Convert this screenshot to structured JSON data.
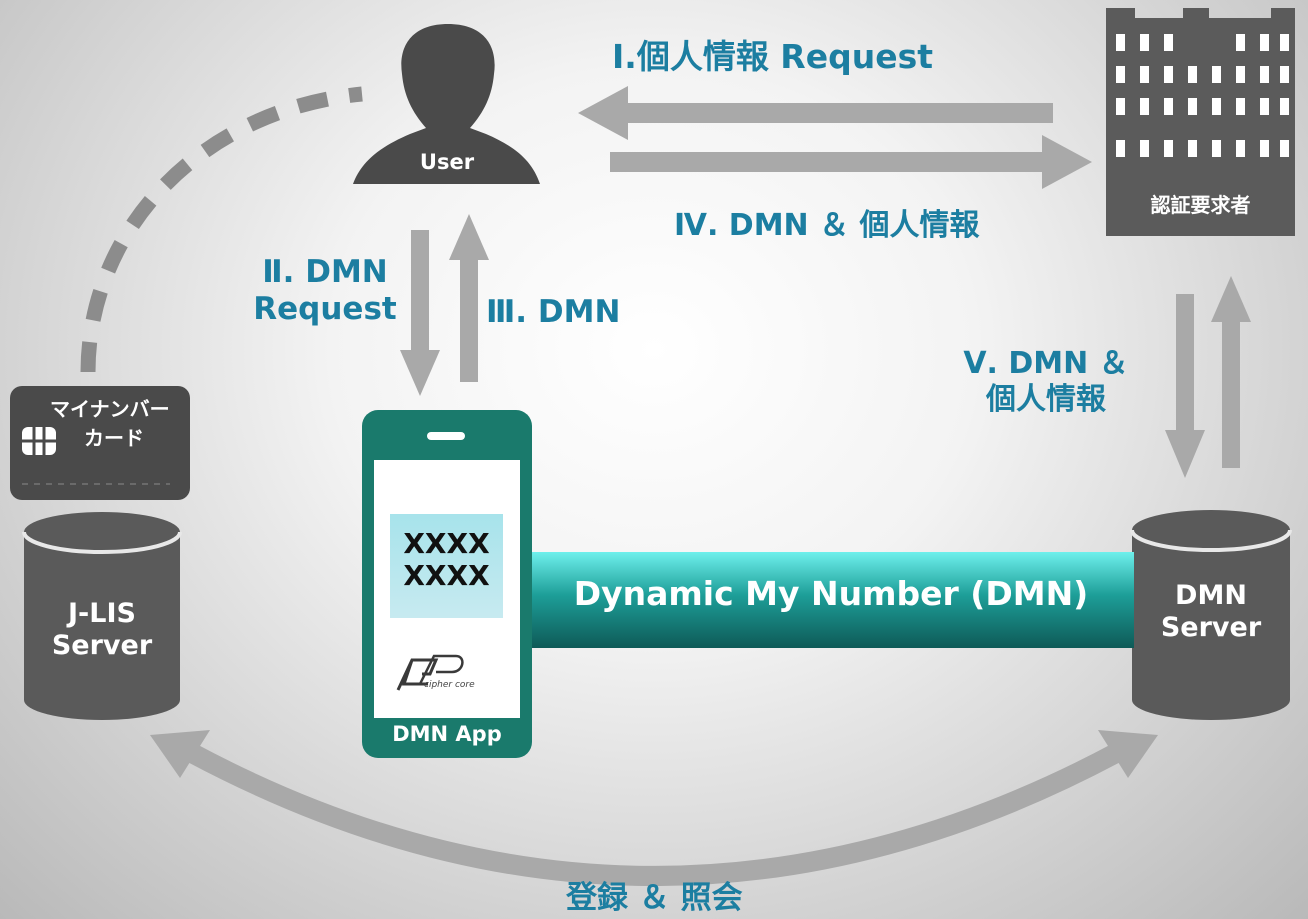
{
  "labels": {
    "step1": "Ⅰ.個人情報 Request",
    "step2_line1": "Ⅱ. DMN",
    "step2_line2": "Request",
    "step3": "Ⅲ. DMN",
    "step4": "Ⅳ. DMN ＆ 個人情報",
    "step5_line1": "Ⅴ. DMN ＆",
    "step5_line2": "個人情報",
    "bottom": "登録 ＆ 照会"
  },
  "user": {
    "label": "User"
  },
  "requester": {
    "label": "認証要求者"
  },
  "card": {
    "line1": "マイナンバー",
    "line2": "カード"
  },
  "jlis": {
    "line1": "J-LIS",
    "line2": "Server"
  },
  "dmn_server": {
    "line1": "DMN",
    "line2": "Server"
  },
  "app": {
    "code_line1": "XXXX",
    "code_line2": "XXXX",
    "brand": "cipher core",
    "label": "DMN App"
  },
  "banner": {
    "text": "Dynamic My Number (DMN)"
  },
  "colors": {
    "accent_text": "#1c7ea1",
    "phone": "#1a7a6c",
    "cylinder": "#5a5a5a",
    "arrow": "#a9a9a9",
    "banner_start": "#6ef0ec",
    "banner_end": "#0e5a57"
  }
}
